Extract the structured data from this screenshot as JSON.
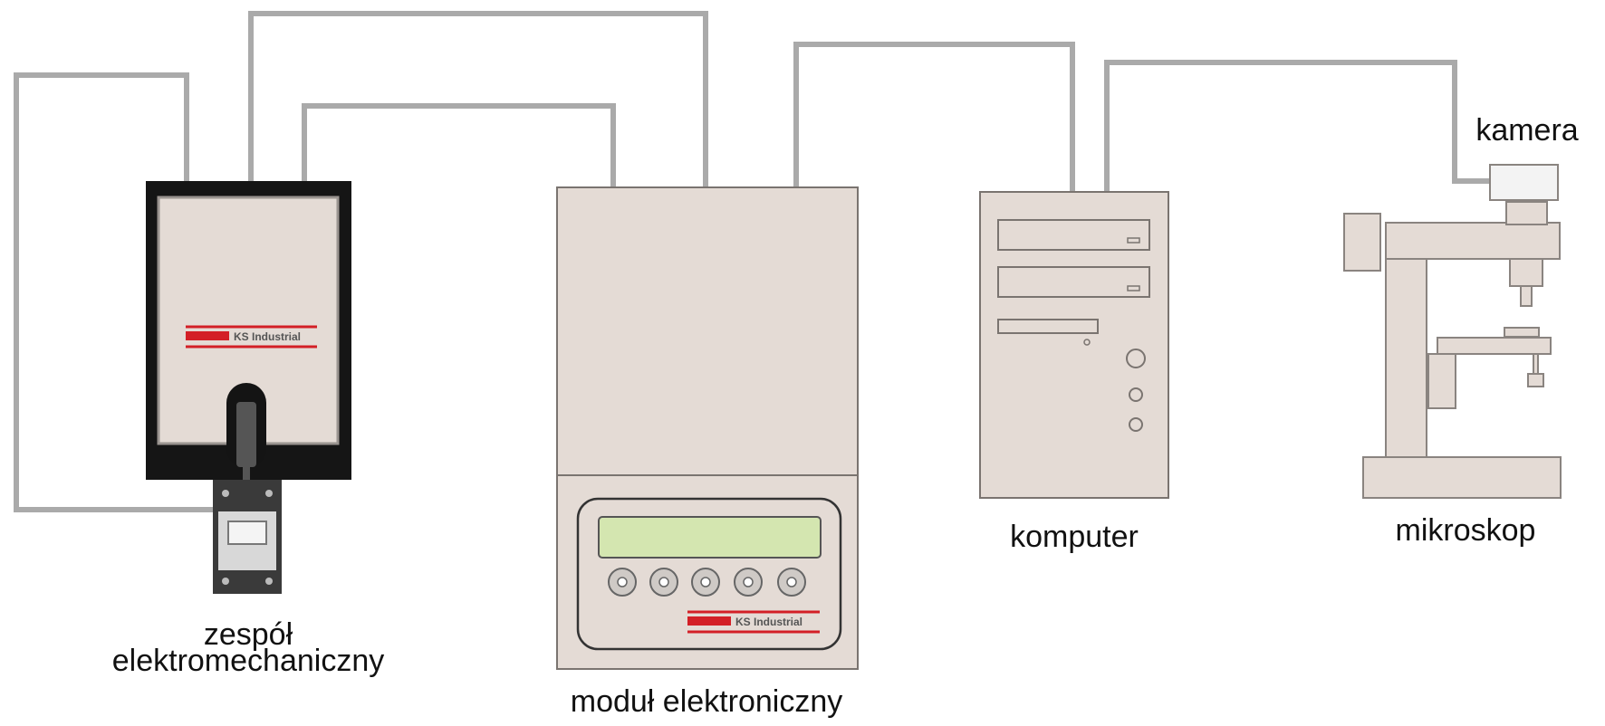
{
  "labels": {
    "zespol_line1": "zespół",
    "zespol_line2": "elektromechaniczny",
    "modul": "moduł elektroniczny",
    "komputer": "komputer",
    "kamera": "kamera",
    "mikroskop": "mikroskop"
  },
  "logo_text": {
    "zespol": "KS Industrial",
    "modul": "KS Industrial"
  },
  "colors": {
    "cable": "#aaaaaa",
    "device_fill": "#e4dbd5",
    "device_stroke": "#7a7470",
    "dark": "#1a1a1a",
    "brand_red": "#d31f26",
    "lcd": "#d4e6b0"
  }
}
